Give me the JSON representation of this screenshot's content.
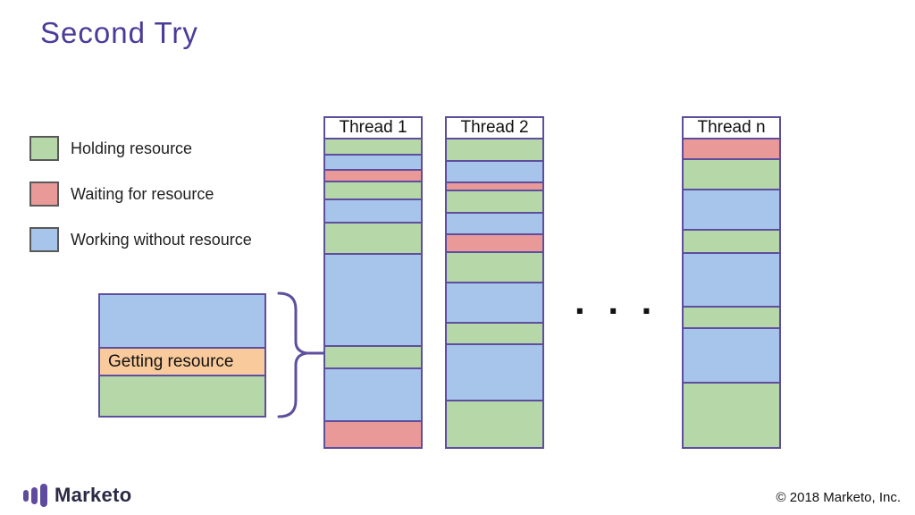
{
  "title": "Second Try",
  "colors": {
    "holding": "#b6d7a8",
    "waiting": "#ea9999",
    "working": "#a7c4ea",
    "getting": "#f9cb9c",
    "border_purple": "#5e4e9e",
    "title_purple": "#4a3b99"
  },
  "legend": {
    "items": [
      {
        "type": "holding",
        "label": "Holding resource"
      },
      {
        "type": "waiting",
        "label": "Waiting for resource"
      },
      {
        "type": "working",
        "label": "Working without resource"
      }
    ]
  },
  "callout": {
    "segments": [
      {
        "type": "working",
        "h": 58
      },
      {
        "type": "getting",
        "h": 29,
        "label": "Getting resource"
      },
      {
        "type": "holding",
        "h": 44
      }
    ]
  },
  "threads": [
    {
      "name": "Thread 1",
      "segments": [
        {
          "type": "holding",
          "h": 16
        },
        {
          "type": "working",
          "h": 15
        },
        {
          "type": "waiting",
          "h": 11
        },
        {
          "type": "holding",
          "h": 18
        },
        {
          "type": "working",
          "h": 24
        },
        {
          "type": "holding",
          "h": 33
        },
        {
          "type": "working",
          "h": 101
        },
        {
          "type": "holding",
          "h": 23
        },
        {
          "type": "working",
          "h": 57
        },
        {
          "type": "waiting",
          "h": 28
        }
      ]
    },
    {
      "name": "Thread 2",
      "segments": [
        {
          "type": "holding",
          "h": 23
        },
        {
          "type": "working",
          "h": 22
        },
        {
          "type": "waiting",
          "h": 7
        },
        {
          "type": "holding",
          "h": 23
        },
        {
          "type": "working",
          "h": 22
        },
        {
          "type": "waiting",
          "h": 18
        },
        {
          "type": "holding",
          "h": 32
        },
        {
          "type": "working",
          "h": 43
        },
        {
          "type": "holding",
          "h": 22
        },
        {
          "type": "working",
          "h": 61
        },
        {
          "type": "holding",
          "h": 51
        }
      ]
    },
    {
      "name": "Thread n",
      "segments": [
        {
          "type": "waiting",
          "h": 21
        },
        {
          "type": "holding",
          "h": 32
        },
        {
          "type": "working",
          "h": 43
        },
        {
          "type": "holding",
          "h": 24
        },
        {
          "type": "working",
          "h": 58
        },
        {
          "type": "holding",
          "h": 22
        },
        {
          "type": "working",
          "h": 59
        },
        {
          "type": "holding",
          "h": 71
        }
      ]
    }
  ],
  "ellipsis": ". . .",
  "footer": {
    "logo_text": "Marketo",
    "copyright": "© 2018 Marketo, Inc."
  }
}
